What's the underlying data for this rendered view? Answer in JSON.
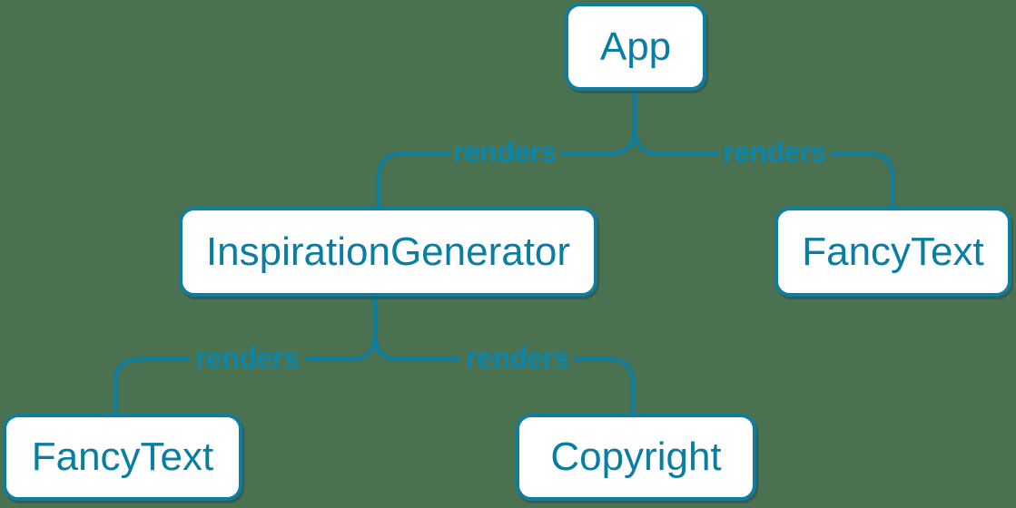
{
  "diagram": {
    "type": "component-tree",
    "background_color": "#4a7150",
    "accent_color": "#087ea4",
    "line_color": "#107d9e",
    "node_fill": "#ffffff"
  },
  "nodes": [
    {
      "label": "App"
    },
    {
      "label": "InspirationGenerator"
    },
    {
      "label": "FancyText"
    },
    {
      "label": "FancyText"
    },
    {
      "label": "Copyright"
    }
  ],
  "edges": [
    {
      "from": "App",
      "to": "InspirationGenerator",
      "label": "renders"
    },
    {
      "from": "App",
      "to": "FancyText",
      "label": "renders"
    },
    {
      "from": "InspirationGenerator",
      "to": "FancyText",
      "label": "renders"
    },
    {
      "from": "InspirationGenerator",
      "to": "Copyright",
      "label": "renders"
    }
  ]
}
